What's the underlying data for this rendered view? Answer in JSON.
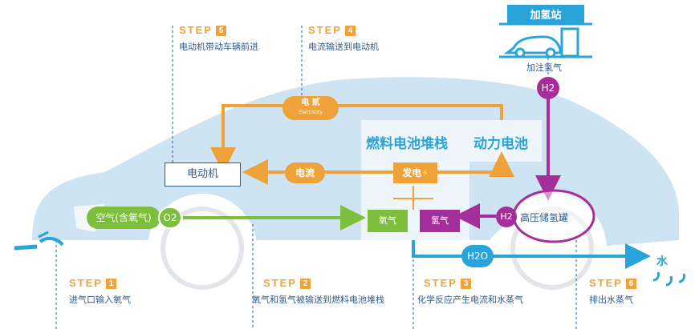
{
  "station": {
    "label": "加氢站",
    "caption": "加注氢气"
  },
  "steps": [
    {
      "num": "5",
      "head": "STEP",
      "text": "电动机带动车辆前进"
    },
    {
      "num": "4",
      "head": "STEP",
      "text": "电流输送到电动机"
    },
    {
      "num": "1",
      "head": "STEP",
      "text": "进气口输入氧气"
    },
    {
      "num": "2",
      "head": "STEP",
      "text": "氧气和氢气被输送到燃料电池堆栈"
    },
    {
      "num": "3",
      "head": "STEP",
      "text": "化学反应产生电流和水蒸气"
    },
    {
      "num": "6",
      "head": "STEP",
      "text": "排出水蒸气"
    }
  ],
  "components": {
    "motor": "电动机",
    "fuel_cell_stack": "燃料电池堆栈",
    "power_battery": "动力电池",
    "generate": "发电",
    "oxygen": "氧气",
    "hydrogen": "氢气",
    "tank": "高压储氢罐",
    "air": "空气(含氧气)",
    "o2": "O2",
    "h2_top": "H2",
    "h2_tank": "H2",
    "h2o": "H2O",
    "water": "水"
  },
  "flows": {
    "electric_top": "电 贰",
    "electric_top_en": "Electricity",
    "current": "电流"
  },
  "colors": {
    "orange": "#f0a23a",
    "green": "#7dbf3c",
    "purple": "#a52f9a",
    "blue": "#29a3d9",
    "car": "#cfe4f2"
  }
}
